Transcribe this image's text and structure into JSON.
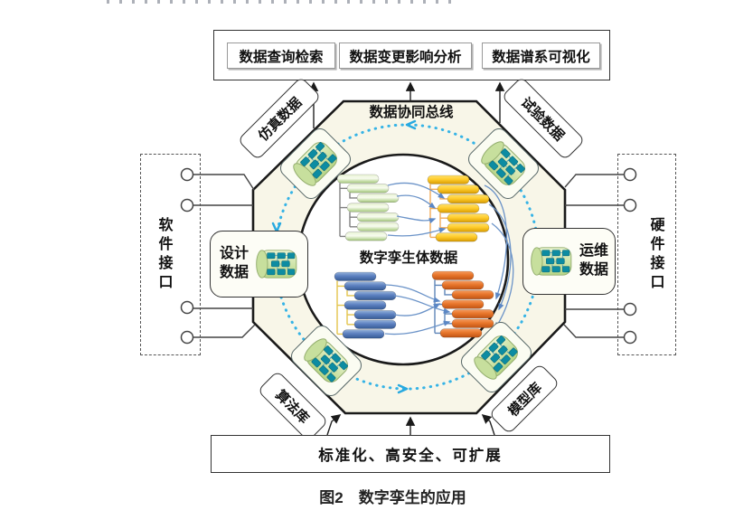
{
  "figure_caption": "图2　数字孪生的应用",
  "top_panel": {
    "apps": [
      "数据查询检索",
      "数据变更影响分析",
      "数据谱系可视化"
    ]
  },
  "octagon": {
    "bus_label": "数据协同总线"
  },
  "center_circle": {
    "label": "数字孪生体数据"
  },
  "data_nodes": {
    "simulation": {
      "label": "仿真数据"
    },
    "test": {
      "label": "试验数据"
    },
    "design": {
      "label": "设计数据"
    },
    "operation": {
      "label": "运维数据"
    },
    "algorithm": {
      "label": "算法库"
    },
    "model": {
      "label": "模型库"
    }
  },
  "interfaces": {
    "software": {
      "label": "软件接口",
      "ports": 4
    },
    "hardware": {
      "label": "硬件接口",
      "ports": 4
    }
  },
  "foundation": {
    "label": "标准化、高安全、可扩展"
  },
  "icons": {
    "database": "database-icon",
    "port": "port-circle-icon"
  },
  "colors": {
    "octagon_fill": "#f8f6e8",
    "outline": "#1a1a1a",
    "dotted_ring": "#35b3e6",
    "curve_arrow": "#6b93c8",
    "db_teal": "#0d8ca2",
    "db_green": "#cde4a3",
    "link_green_tree": "#808080",
    "link_yellow_tree": "#f2ab57",
    "link_blue_tree": "#e3c44d",
    "link_orange_tree": "#5f85b8"
  }
}
